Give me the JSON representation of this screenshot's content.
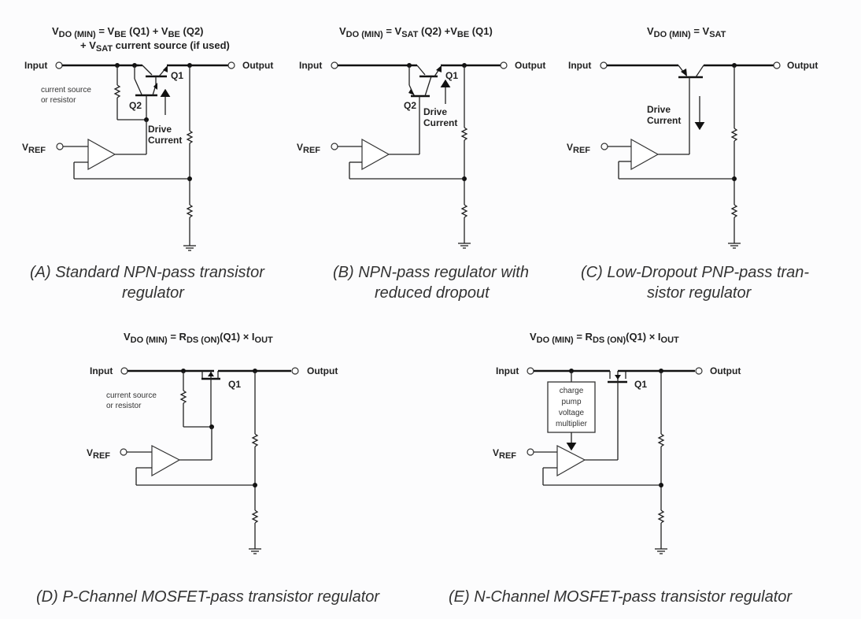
{
  "figure": {
    "panels": [
      {
        "id": "A",
        "equation": {
          "line1": [
            {
              "t": "V",
              "s": "DO (MIN)"
            },
            {
              "t": " = V",
              "s": "BE"
            },
            {
              "t": " (Q1) + V",
              "s": "BE"
            },
            {
              "t": " (Q2)",
              "s": ""
            }
          ],
          "line2": [
            {
              "t": "+ V",
              "s": "SAT"
            },
            {
              "t": " current source (if used)",
              "s": ""
            }
          ]
        },
        "input_label": "Input",
        "output_label": "Output",
        "vref_label": "V",
        "vref_sub": "REF",
        "q1_label": "Q1",
        "q2_label": "Q2",
        "source_label_1": "current source",
        "source_label_2": "or resistor",
        "drive_label_1": "Drive",
        "drive_label_2": "Current",
        "drive_direction": "up",
        "caption_1": "(A) Standard NPN-pass transistor",
        "caption_2": "regulator"
      },
      {
        "id": "B",
        "equation": {
          "line1": [
            {
              "t": "V",
              "s": "DO (MIN)"
            },
            {
              "t": " = V",
              "s": "SAT"
            },
            {
              "t": " (Q2) +V",
              "s": "BE"
            },
            {
              "t": " (Q1)",
              "s": ""
            }
          ]
        },
        "input_label": "Input",
        "output_label": "Output",
        "vref_label": "V",
        "vref_sub": "REF",
        "q1_label": "Q1",
        "q2_label": "Q2",
        "drive_label_1": "Drive",
        "drive_label_2": "Current",
        "drive_direction": "up",
        "caption_1": "(B) NPN-pass regulator with",
        "caption_2": "reduced dropout"
      },
      {
        "id": "C",
        "equation": {
          "line1": [
            {
              "t": "V",
              "s": "DO (MIN)"
            },
            {
              "t": " = V",
              "s": "SAT"
            }
          ]
        },
        "input_label": "Input",
        "output_label": "Output",
        "vref_label": "V",
        "vref_sub": "REF",
        "drive_label_1": "Drive",
        "drive_label_2": "Current",
        "drive_direction": "down",
        "caption_1": "(C) Low-Dropout PNP-pass tran-",
        "caption_2": "sistor regulator"
      },
      {
        "id": "D",
        "equation": {
          "line1": [
            {
              "t": "V",
              "s": "DO (MIN)"
            },
            {
              "t": " = R",
              "s": "DS (ON)"
            },
            {
              "t": "(Q1) × I",
              "s": "OUT"
            }
          ]
        },
        "input_label": "Input",
        "output_label": "Output",
        "vref_label": "V",
        "vref_sub": "REF",
        "q1_label": "Q1",
        "source_label_1": "current source",
        "source_label_2": "or resistor",
        "caption_1": "(D) P-Channel MOSFET-pass transistor regulator"
      },
      {
        "id": "E",
        "equation": {
          "line1": [
            {
              "t": "V",
              "s": "DO (MIN)"
            },
            {
              "t": " = R",
              "s": "DS (ON)"
            },
            {
              "t": "(Q1) × I",
              "s": "OUT"
            }
          ]
        },
        "input_label": "Input",
        "output_label": "Output",
        "vref_label": "V",
        "vref_sub": "REF",
        "q1_label": "Q1",
        "pump_lines": [
          "charge",
          "pump",
          "voltage",
          "multiplier"
        ],
        "caption_1": "(E) N-Channel MOSFET-pass transistor regulator"
      }
    ]
  }
}
